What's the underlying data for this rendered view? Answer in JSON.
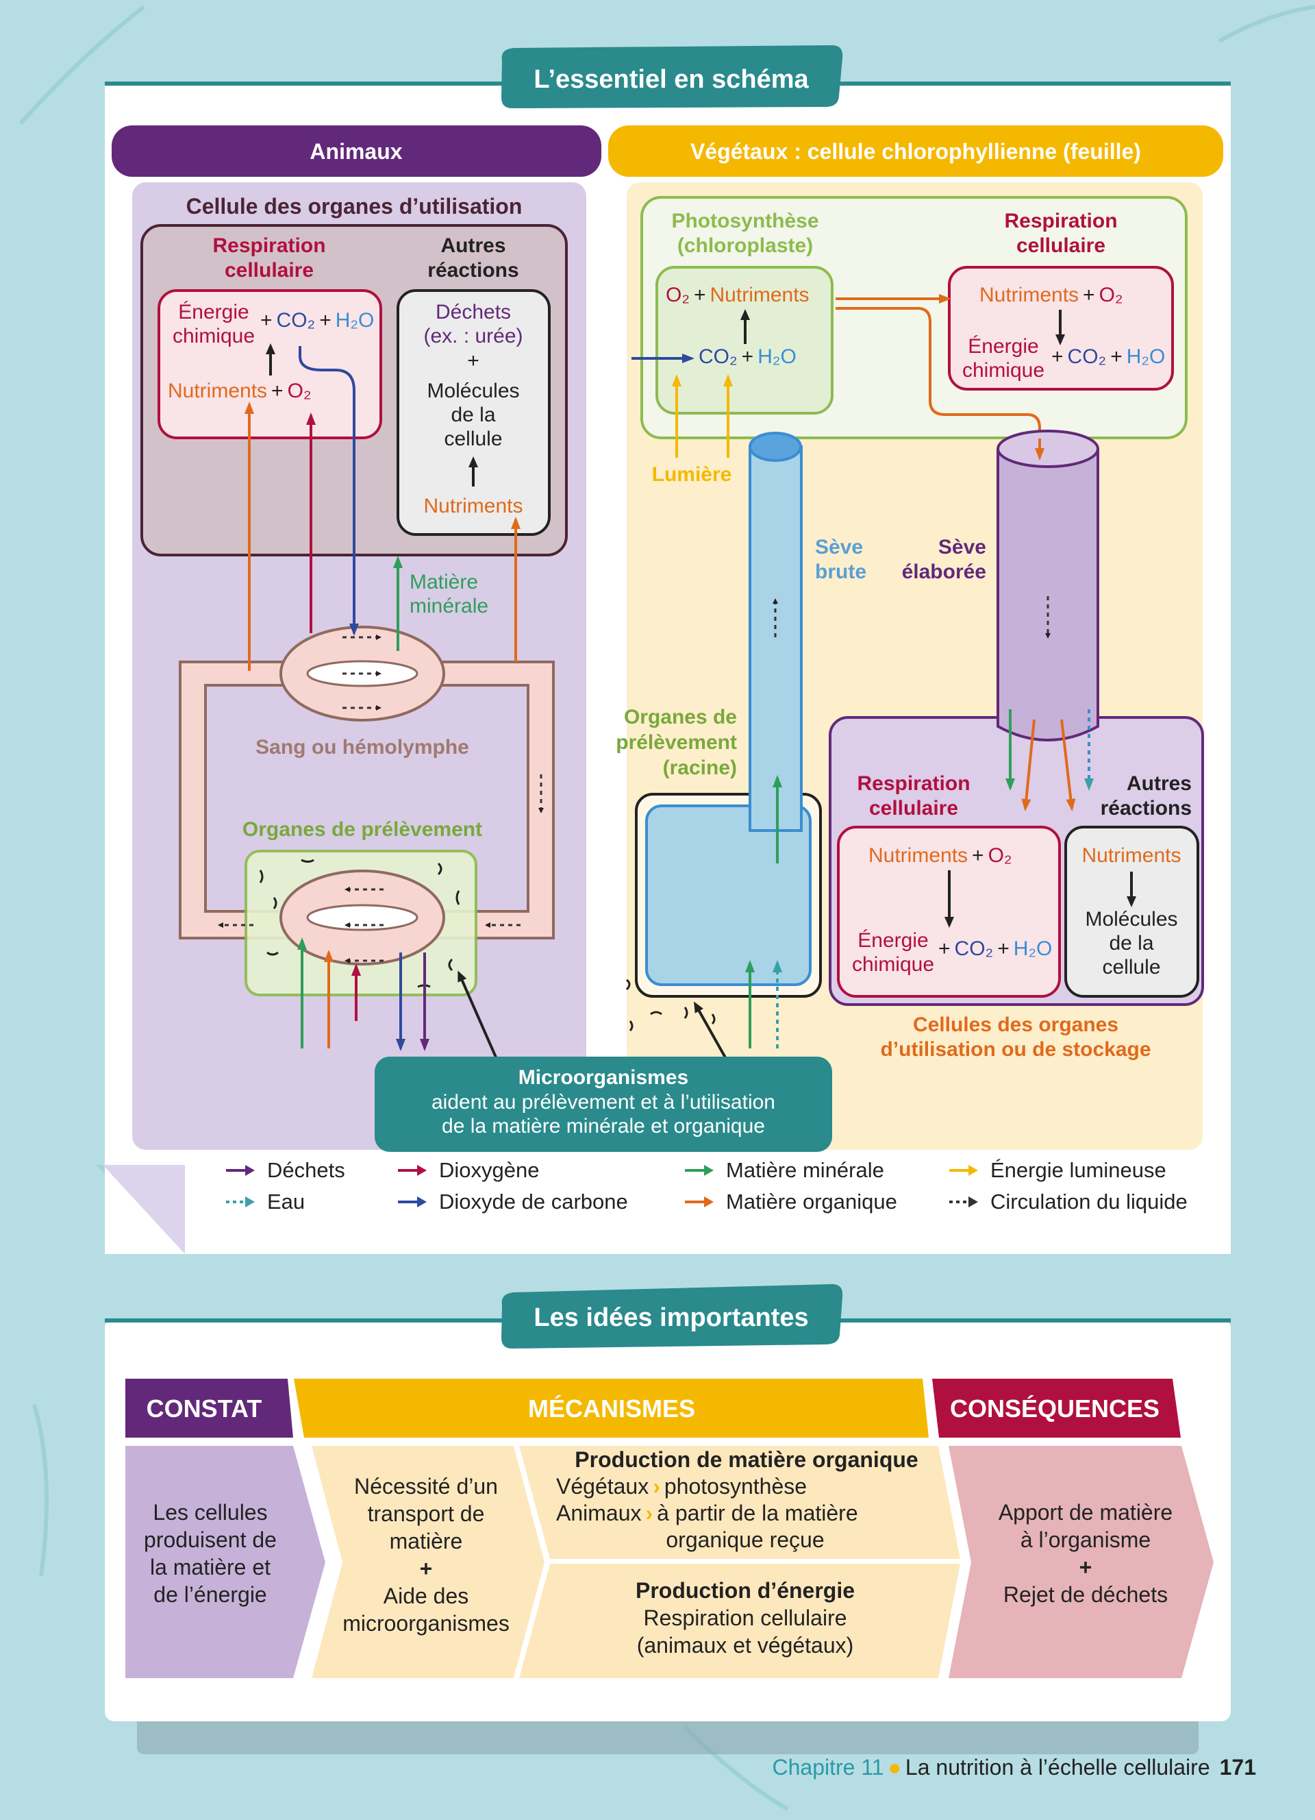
{
  "colors": {
    "page_bg": "#b6dde3",
    "teal": "#2a8a8c",
    "animal_purple": "#62297a",
    "plant_yellow": "#f5b800",
    "crimson": "#b0103f",
    "orange": "#e06a1c",
    "green_mineral": "#2e9e5b",
    "blue_co2": "#2e4a9e",
    "water_blue": "#3aa0a8",
    "light_yellow": "#f5b800"
  },
  "schema": {
    "title": "L’essentiel en schéma",
    "plus": "+",
    "animals": {
      "header": "Animaux",
      "cell_title": "Cellule des organes d’utilisation",
      "respiration_label": [
        "Respiration",
        "cellulaire"
      ],
      "other_label": [
        "Autres",
        "réactions"
      ],
      "energy": [
        "Énergie",
        "chimique"
      ],
      "co2": "CO₂",
      "h2o": "H₂O",
      "nutrients": "Nutriments",
      "o2": "O₂",
      "waste": [
        "Déchets",
        "(ex. : urée)"
      ],
      "molecules": [
        "Molécules",
        "de la",
        "cellule"
      ],
      "other_nutrients": "Nutriments",
      "mineral_label": [
        "Matière",
        "minérale"
      ],
      "blood_label": "Sang ou hémolymphe",
      "uptake_label": "Organes de prélèvement"
    },
    "plants": {
      "header": "Végétaux : cellule chlorophyllienne (feuille)",
      "photosynthesis_label": [
        "Photosynthèse",
        "(chloroplaste)"
      ],
      "respiration_label": [
        "Respiration",
        "cellulaire"
      ],
      "o2": "O₂",
      "nutrients": "Nutriments",
      "co2": "CO₂",
      "h2o": "H₂O",
      "energy": [
        "Énergie",
        "chimique"
      ],
      "light_label": "Lumière",
      "raw_sap": [
        "Sève",
        "brute"
      ],
      "elaborated_sap": [
        "Sève",
        "élaborée"
      ],
      "root_label": [
        "Organes de",
        "prélèvement",
        "(racine)"
      ],
      "bottom_respiration_label": [
        "Respiration",
        "cellulaire"
      ],
      "bottom_other_label": [
        "Autres",
        "réactions"
      ],
      "bottom_molecules": [
        "Molécules",
        "de la",
        "cellule"
      ],
      "storage_label": [
        "Cellules des organes",
        "d’utilisation ou de stockage"
      ]
    },
    "microorganisms": {
      "title": "Microorganismes",
      "lines": [
        "aident au prélèvement et à l’utilisation",
        "de la matière minérale et organique"
      ]
    },
    "legend": [
      {
        "label": "Déchets",
        "color": "#62297a",
        "style": "solid"
      },
      {
        "label": "Eau",
        "color": "#3aa0a8",
        "style": "dotted"
      },
      {
        "label": "Dioxygène",
        "color": "#b0103f",
        "style": "solid"
      },
      {
        "label": "Dioxyde de carbone",
        "color": "#2e4a9e",
        "style": "solid"
      },
      {
        "label": "Matière minérale",
        "color": "#2e9e5b",
        "style": "solid"
      },
      {
        "label": "Matière organique",
        "color": "#e06a1c",
        "style": "solid"
      },
      {
        "label": "Énergie lumineuse",
        "color": "#f5b800",
        "style": "solid"
      },
      {
        "label": "Circulation du liquide",
        "color": "#333333",
        "style": "dotted"
      }
    ]
  },
  "ideas": {
    "title": "Les idées importantes",
    "headers": {
      "constat": "CONSTAT",
      "mecanismes": "MÉCANISMES",
      "consequences": "CONSÉQUENCES"
    },
    "constat": [
      "Les cellules",
      "produisent de",
      "la matière et",
      "de l’énergie"
    ],
    "transport": [
      "Nécessité d’un",
      "transport de",
      "matière",
      "+",
      "Aide des",
      "microorganismes"
    ],
    "organic": {
      "title": "Production de matière organique",
      "plants_label": "Végétaux",
      "plants_text": "photosynthèse",
      "animals_label": "Animaux",
      "animals_text": "à partir de la matière",
      "animals_text2": "organique reçue"
    },
    "energy": {
      "title": "Production d’énergie",
      "lines": [
        "Respiration cellulaire",
        "(animaux et végétaux)"
      ]
    },
    "consequences": [
      "Apport de matière",
      "à l’organisme",
      "+",
      "Rejet de déchets"
    ]
  },
  "footer": {
    "chapter": "Chapitre 11",
    "title": "La nutrition à l’échelle cellulaire",
    "page": "171"
  }
}
